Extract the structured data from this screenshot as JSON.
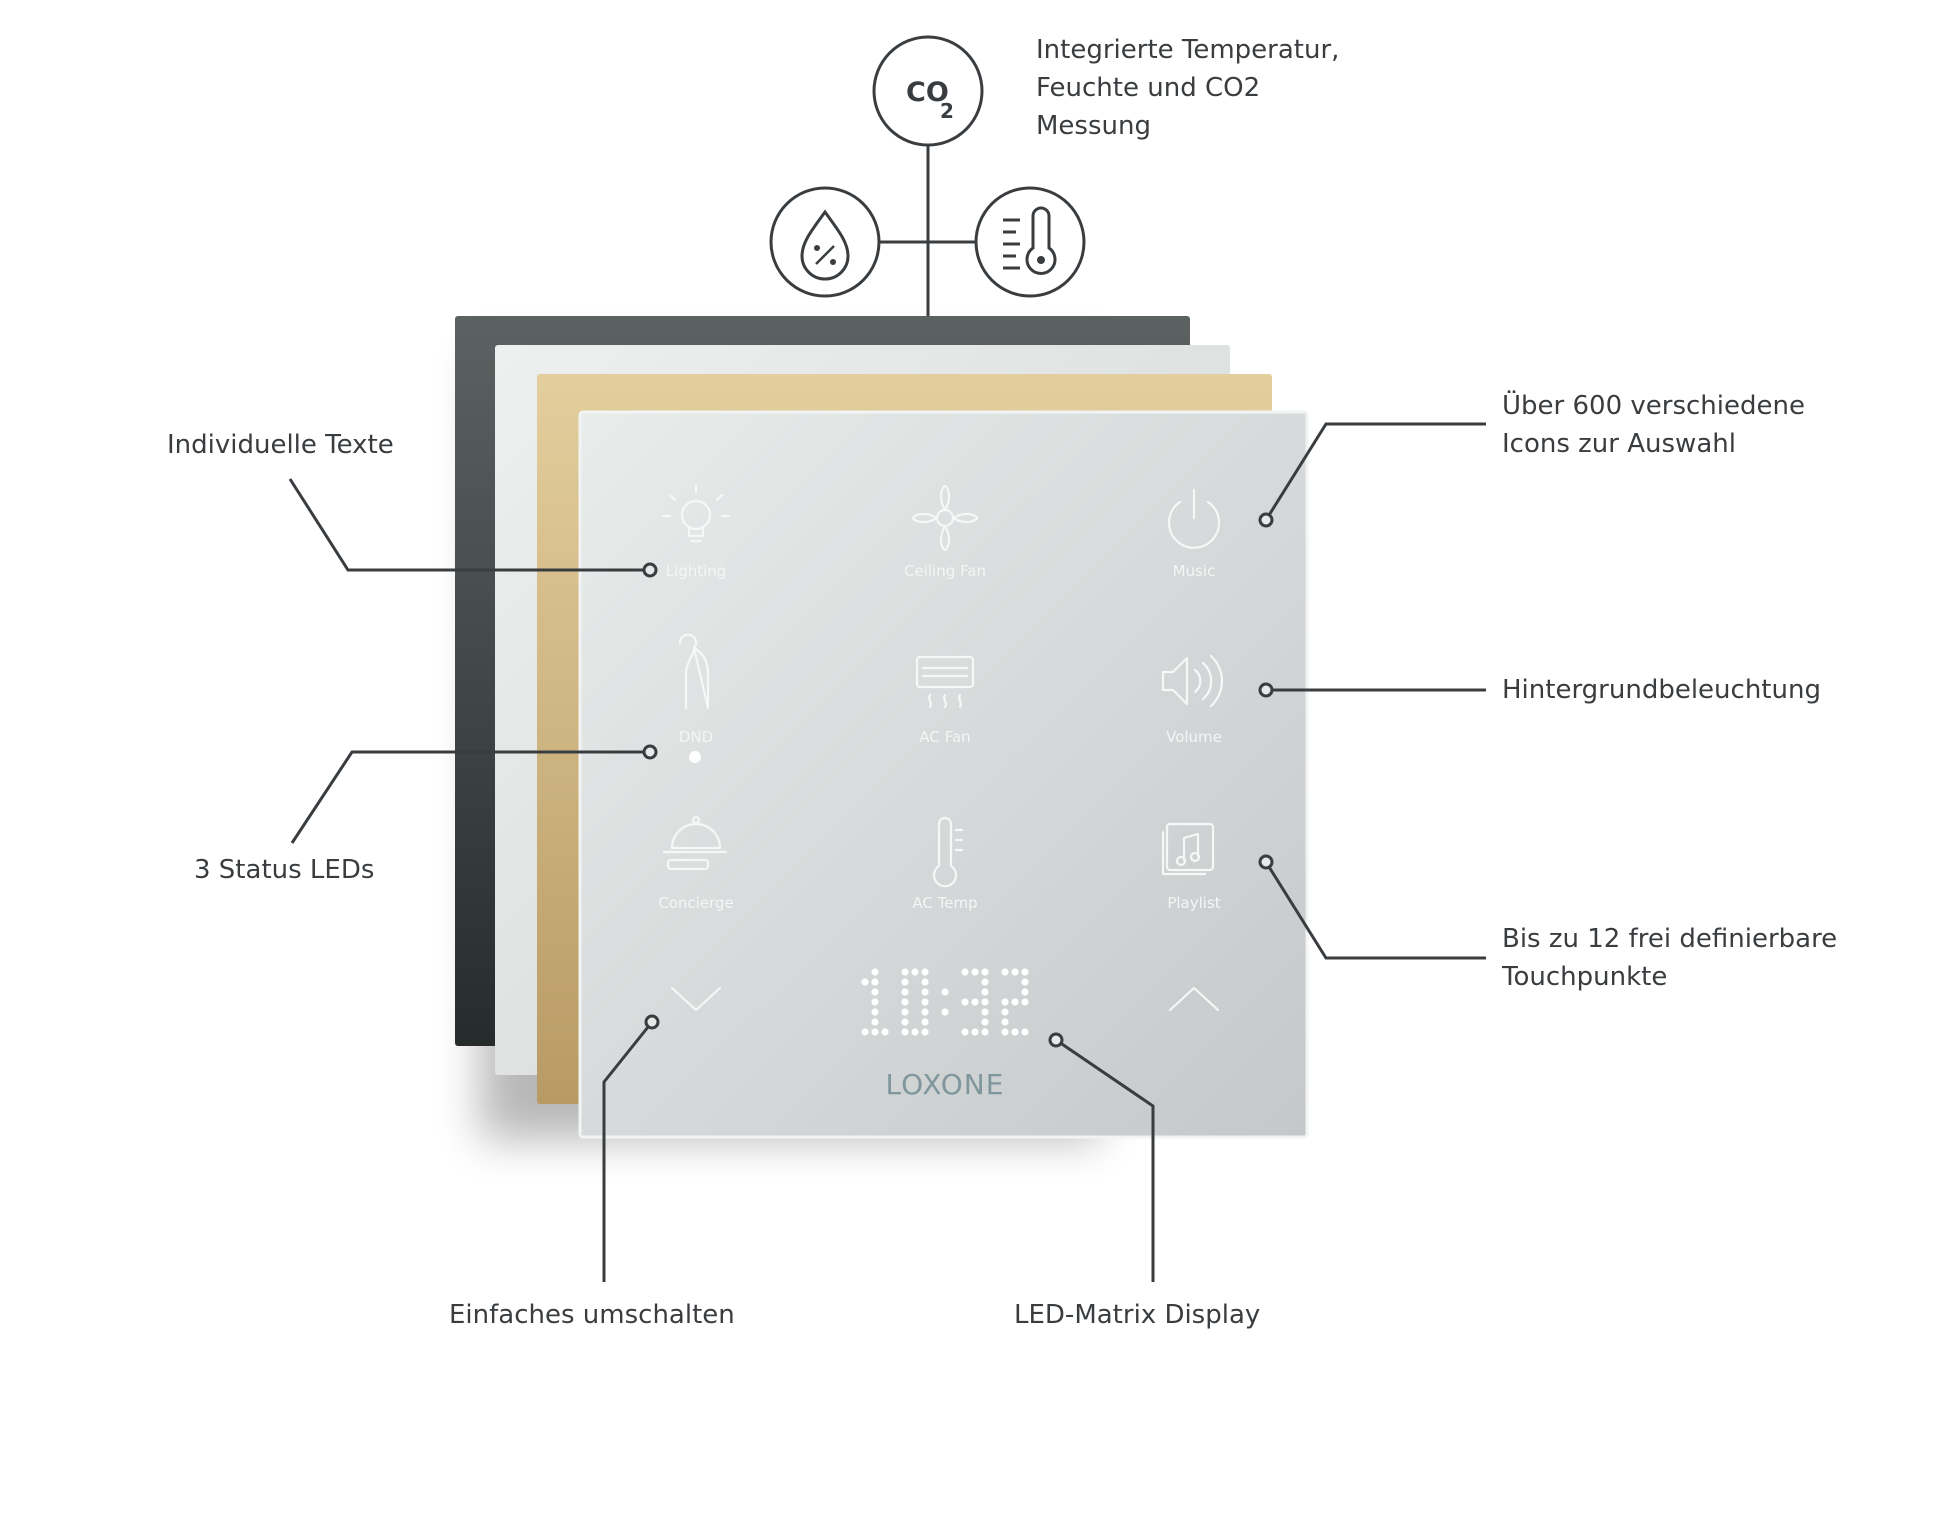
{
  "colors": {
    "line": "#3a3d40",
    "panel_dark": "#4a5050",
    "panel_light": "#e2e6e4",
    "panel_gold": "#d7bf8d",
    "panel_front": "#d9dcdc",
    "led_white": "#ffffff",
    "brand": "#7f969c"
  },
  "sensors": {
    "co2_icon": "co2-icon",
    "humidity_icon": "humidity-drop-icon",
    "temperature_icon": "thermometer-icon",
    "co2_text": [
      "CO",
      "2"
    ]
  },
  "callouts": {
    "sensors": [
      "Integrierte Temperatur,",
      "Feuchte und CO2",
      "Messung"
    ],
    "texts": [
      "Individuelle Texte"
    ],
    "icons": [
      "Über 600 verschiedene",
      "Icons zur Auswahl"
    ],
    "backlight": [
      "Hintergrundbeleuchtung"
    ],
    "status_leds": [
      "3 Status LEDs"
    ],
    "touchpoints": [
      "Bis zu 12 frei definierbare",
      "Touchpunkte"
    ],
    "switching": [
      "Einfaches umschalten"
    ],
    "display": [
      "LED-Matrix Display"
    ]
  },
  "keypad": {
    "buttons": [
      {
        "label": "Lighting",
        "icon": "lightbulb-icon"
      },
      {
        "label": "Ceiling Fan",
        "icon": "ceiling-fan-icon"
      },
      {
        "label": "Music",
        "icon": "power-icon"
      },
      {
        "label": "DND",
        "icon": "door-hanger-icon"
      },
      {
        "label": "AC Fan",
        "icon": "air-conditioner-icon"
      },
      {
        "label": "Volume",
        "icon": "speaker-icon"
      },
      {
        "label": "Concierge",
        "icon": "cloche-icon"
      },
      {
        "label": "AC Temp",
        "icon": "thermometer-icon"
      },
      {
        "label": "Playlist",
        "icon": "playlist-icon"
      }
    ],
    "down_icon": "chevron-down-icon",
    "up_icon": "chevron-up-icon",
    "clock": "10:32",
    "brand": "LOXONE"
  }
}
